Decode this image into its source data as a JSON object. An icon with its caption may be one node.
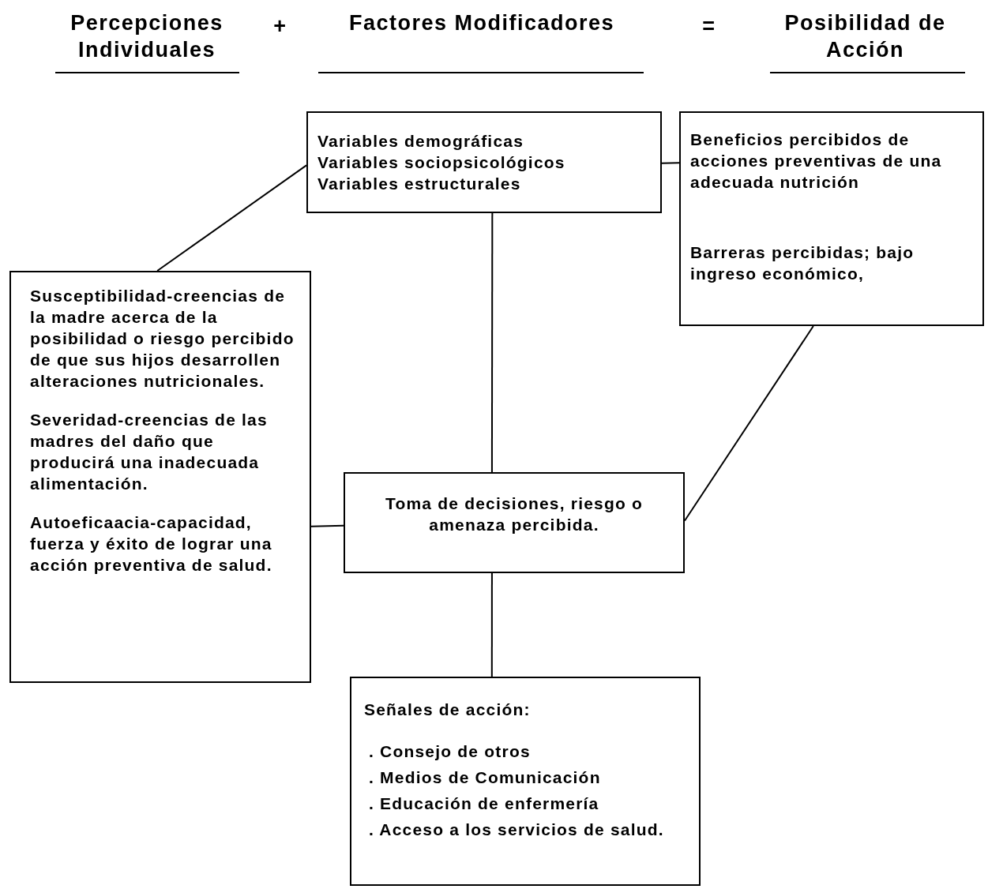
{
  "diagram": {
    "nodes": [
      {
        "text": [
          "Variables demográficas",
          "Variables sociopsicológicos",
          "Variables estructurales"
        ]
      },
      {
        "text": [
          "Beneficios percibidos de acciones preventivas de una adecuada nutrición",
          "Barreras percibidas; bajo ingreso económico,"
        ]
      },
      {
        "text": [
          "Susceptibilidad-creencias de la madre acerca de la posibilidad o riesgo percibido de que sus hijos desarrollen alteraciones nutricionales.",
          "Severidad-creencias de las madres del daño que producirá una inadecuada alimentación.",
          "Autoeficaacia-capacidad, fuerza y éxito de lograr una acción preventiva de salud."
        ]
      },
      {
        "text": [
          "Toma de decisiones, riesgo o amenaza percibida."
        ]
      },
      {
        "text": [
          "Señales de acción:",
          ". Consejo de otros",
          ". Medios de Comunicación",
          ". Educación de enfermería",
          ". Acceso a los servicios de salud."
        ]
      }
    ],
    "edges": [
      {
        "from": 2,
        "to": 0,
        "arrow": "none"
      },
      {
        "from": 0,
        "to": 1,
        "arrow": "none"
      },
      {
        "from": 0,
        "to": 3,
        "arrow": "none"
      },
      {
        "from": 2,
        "to": 3,
        "arrow": "none"
      },
      {
        "from": 1,
        "to": 3,
        "arrow": "none"
      },
      {
        "from": 3,
        "to": 4,
        "arrow": "none"
      }
    ],
    "labels": [
      "Percepciones Individuales",
      "+",
      "Factores Modificadores",
      "=",
      "Posibilidad de Acción"
    ]
  }
}
